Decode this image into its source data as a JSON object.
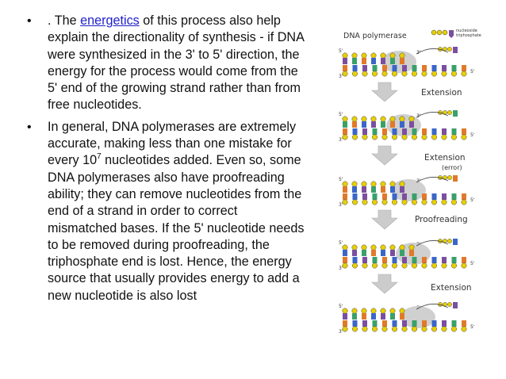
{
  "bullets": [
    {
      "pre": ". The ",
      "link": "energetics",
      "post": " of this process also help explain the directionality of synthesis - if DNA were synthesized in the 3' to 5' direction, the energy for the process would come from the 5' end of the growing strand rather than from free nucleotides."
    },
    {
      "pre": "In general, DNA polymerases are extremely accurate, making less than one mistake for every 10",
      "sup": "7",
      "post": " nucleotides added. Even so, some DNA polymerases also have proofreading ability; they can remove nucleotides from the end of a strand in order to correct mismatched bases. If the 5' nucleotide needs to be removed during proofreading, the triphosphate end is lost. Hence, the energy source that usually provides energy to add a new nucleotide is also lost"
    }
  ],
  "figure": {
    "title": "DNA polymerase",
    "legend": [
      "nucleoside",
      "triphosphate"
    ],
    "steps": [
      "Extension",
      "Extension",
      "(error)",
      "Proofreading",
      "Extension"
    ],
    "prime5": "5'",
    "prime3": "3'",
    "colors": {
      "arrow": "#cccccc",
      "enzyme": "#c8c8c8",
      "backbone": "#2e8b57",
      "phosphate": "#e8d000",
      "base_purple": "#7b4fa0",
      "base_green": "#3aa06a",
      "base_orange": "#e07a2a",
      "base_blue": "#3a66c8"
    }
  }
}
